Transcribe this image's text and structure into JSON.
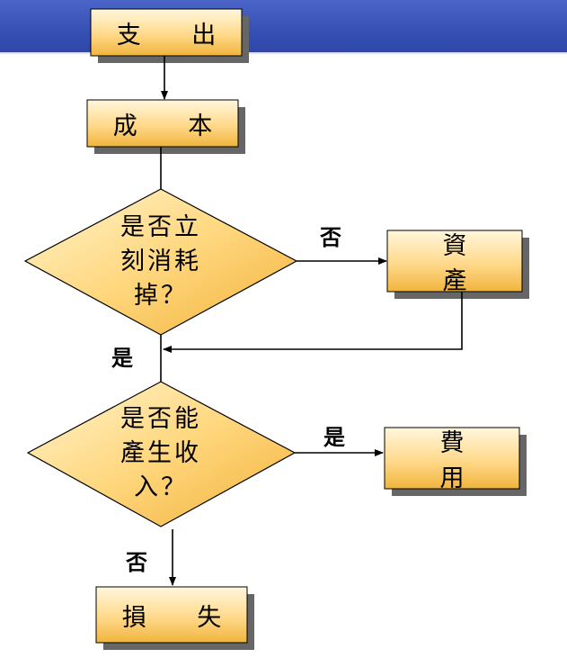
{
  "colors": {
    "header": "#3650b4",
    "node_fill_light": "#fff2cc",
    "node_fill_dark": "#f0b43c",
    "node_border": "#000000",
    "shadow": "#666666"
  },
  "nodes": {
    "expenditure": "支 出",
    "cost": "成 本",
    "decision1": "是否立\n刻消耗\n掉？",
    "asset": "資 產",
    "decision2": "是否能\n產生收\n入？",
    "expense": "費 用",
    "loss": "損 失"
  },
  "labels": {
    "d1_no": "否",
    "d1_yes": "是",
    "d2_yes": "是",
    "d2_no": "否"
  }
}
